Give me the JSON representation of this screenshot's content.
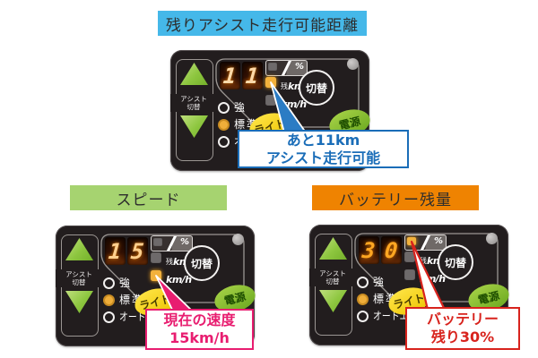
{
  "shared": {
    "assist_switch_label": [
      "アシスト",
      "切替"
    ],
    "switch_button_label": "切替",
    "battery_percent_label": "%",
    "remaining_km_prefix": "残",
    "remaining_km_unit": "km",
    "speed_unit_label": "km/h",
    "mode_labels": {
      "high": "強",
      "standard": "標準",
      "auto_eco": "オートエコ"
    },
    "light_button_label": "ライト",
    "power_button_label": "電源",
    "colors": {
      "panel_bg": "#221d1e",
      "triangle_green": "#8dc63f",
      "indicator_lit": "#f2b13c",
      "indicator_unlit": "#6e6a6b"
    }
  },
  "sections": [
    {
      "header": {
        "label": "残りアシスト走行可能距離",
        "bg": "#45b8e9"
      },
      "display_digits": [
        "1",
        "1"
      ],
      "display_value": "11",
      "digit_color": "#ffd9a8",
      "lit_indicator": "remaining_km",
      "selected_mode": "standard",
      "callout": {
        "line1": "あと11km",
        "line2": "アシスト走行可能",
        "color": "#1a6db8"
      },
      "tail": {
        "fill": "#2b7cc4",
        "stroke": "#ffffff"
      }
    },
    {
      "header": {
        "label": "スピード",
        "bg": "#a6d370"
      },
      "display_digits": [
        "1",
        "5"
      ],
      "display_value": "15",
      "digit_color": "#ffcf8d",
      "lit_indicator": "speed",
      "selected_mode": "standard",
      "callout": {
        "line1": "現在の速度",
        "line2": "15km/h",
        "color": "#e81d70"
      },
      "tail": {
        "fill": "#e81d70",
        "stroke": "#ffffff"
      }
    },
    {
      "header": {
        "label": "バッテリー残量",
        "bg": "#ef8301"
      },
      "display_digits": [
        "3",
        "0"
      ],
      "display_value": "30",
      "digit_color": "#ffa622",
      "lit_indicator": "battery_percent",
      "selected_mode": "standard",
      "callout": {
        "line1": "バッテリー",
        "line2": "残り30%",
        "color": "#d8231d"
      },
      "tail": {
        "fill": "#ffffff",
        "stroke": "#d8231d"
      }
    }
  ]
}
